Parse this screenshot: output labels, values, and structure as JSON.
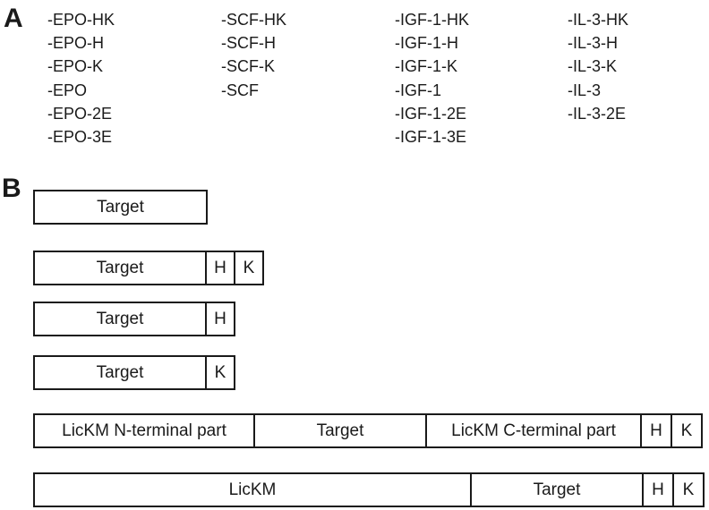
{
  "panel_a": {
    "letter": "A",
    "columns": [
      [
        "-EPO-HK",
        "-EPO-H",
        "-EPO-K",
        "-EPO",
        "-EPO-2E",
        "-EPO-3E"
      ],
      [
        "-SCF-HK",
        "-SCF-H",
        "-SCF-K",
        "-SCF"
      ],
      [
        "-IGF-1-HK",
        "-IGF-1-H",
        "-IGF-1-K",
        "-IGF-1",
        "-IGF-1-2E",
        "-IGF-1-3E"
      ],
      [
        "-IL-3-HK",
        "-IL-3-H",
        "-IL-3-K",
        "-IL-3",
        "-IL-3-2E"
      ]
    ]
  },
  "panel_b": {
    "letter": "B",
    "constructs": [
      {
        "segments": [
          "Target"
        ]
      },
      {
        "segments": [
          "Target",
          "H",
          "K"
        ]
      },
      {
        "segments": [
          "Target",
          "H"
        ]
      },
      {
        "segments": [
          "Target",
          "K"
        ]
      },
      {
        "segments": [
          "LicKM N-terminal part",
          "Target",
          "LicKM C-terminal part",
          "H",
          "K"
        ]
      },
      {
        "segments": [
          "LicKM",
          "Target",
          "H",
          "K"
        ]
      }
    ]
  }
}
